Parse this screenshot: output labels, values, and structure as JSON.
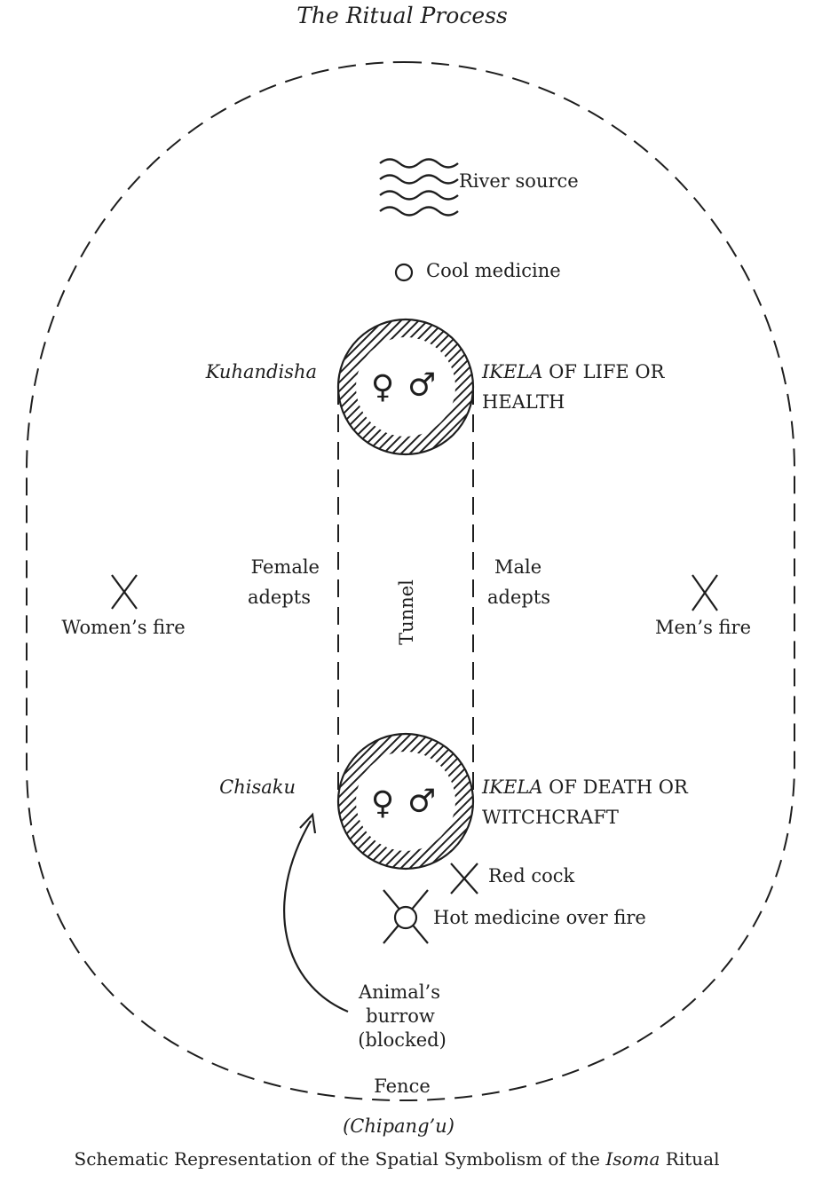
{
  "header": {
    "title": "The Ritual Process"
  },
  "labels": {
    "river_source": "River source",
    "cool_medicine": "Cool medicine",
    "kuhandisha": "Kuhandisha",
    "ikela_life_prefix": "IKELA",
    "ikela_life_line1": " OF LIFE OR",
    "ikela_life_line2": "HEALTH",
    "female_adepts_1": "Female",
    "female_adepts_2": "adepts",
    "male_adepts_1": "Male",
    "male_adepts_2": "adepts",
    "tunnel": "Tunnel",
    "womens_fire": "Women’s fire",
    "mens_fire": "Men’s fire",
    "chisaku": "Chisaku",
    "ikela_death_prefix": "IKELA",
    "ikela_death_line1": " OF DEATH OR",
    "ikela_death_line2": "WITCHCRAFT",
    "red_cock": "Red cock",
    "hot_medicine": "Hot medicine over fire",
    "burrow_1": "Animal’s",
    "burrow_2": "burrow",
    "burrow_3": "(blocked)",
    "fence": "Fence",
    "chipangu": "(Chipang’u)",
    "female_symbol": "♀",
    "male_symbol": "♂"
  },
  "caption": {
    "before": "Schematic Representation of the Spatial Symbolism of the ",
    "italic": "Isoma",
    "after": " Ritual"
  },
  "icons": [
    "river-waves-icon",
    "cool-medicine-circle-icon",
    "fire-cross-icon",
    "red-cock-cross-icon",
    "hot-medicine-icon",
    "arrow-icon"
  ]
}
